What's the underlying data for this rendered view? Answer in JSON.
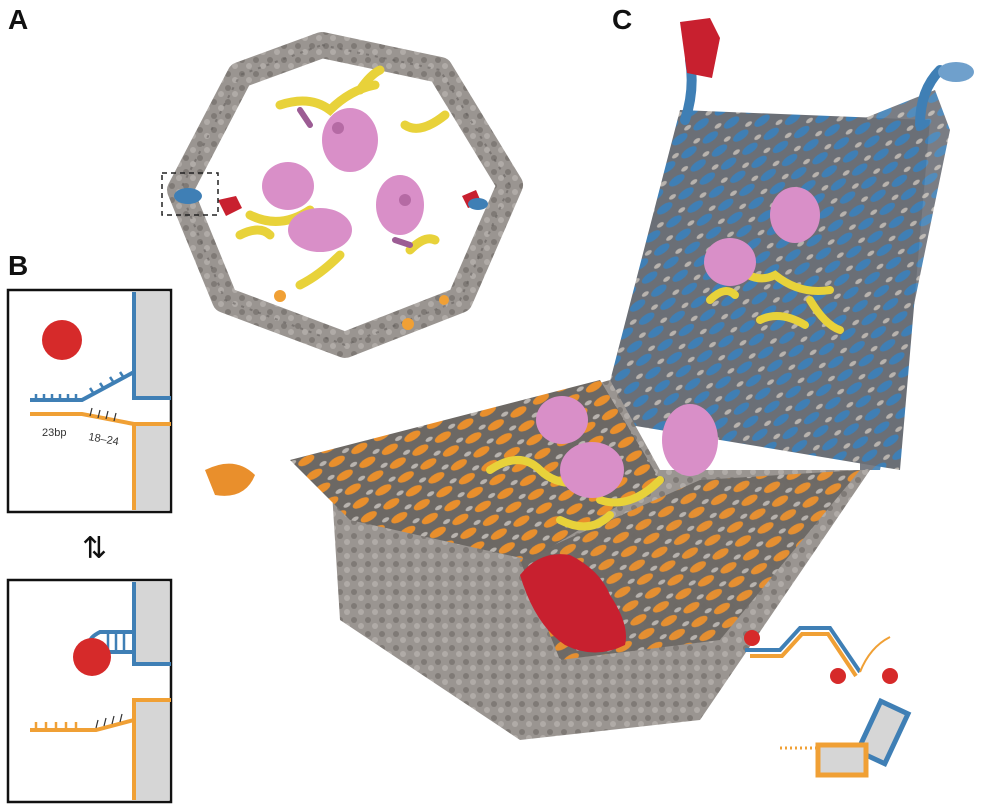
{
  "figure": {
    "panels": [
      {
        "id": "A",
        "label": "A"
      },
      {
        "id": "B",
        "label": "B"
      },
      {
        "id": "C",
        "label": "C"
      }
    ],
    "schematic_labels": {
      "duplex_length": "23bp",
      "toehold_length": "18–24"
    },
    "equilibrium_symbol": "⇅",
    "colors": {
      "scaffold_gray": "#8f8a86",
      "lid_blue": "#3f7fb5",
      "base_orange": "#f0a035",
      "cargo_red": "#c8202f",
      "enzyme_pink": "#d98fc8",
      "linker_yellow": "#e8d23a",
      "schematic_wall": "#d6d6d6"
    }
  }
}
